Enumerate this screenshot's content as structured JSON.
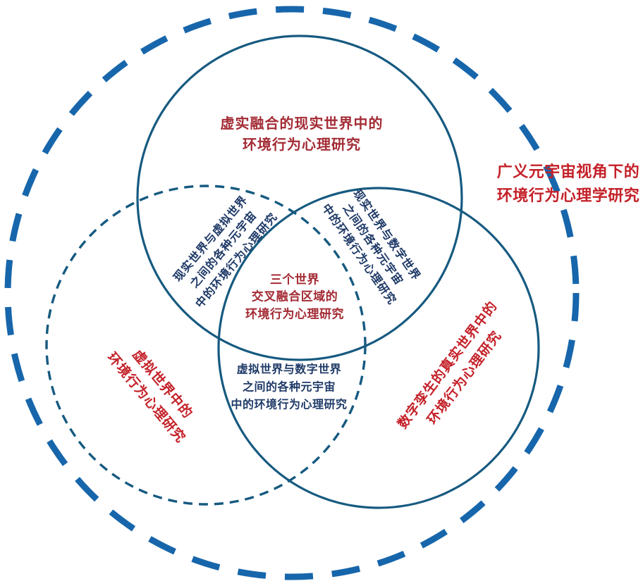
{
  "colors": {
    "background": "#ffffff",
    "outer_dash_blue": "#1766ab",
    "circle_stroke_blue": "#165a80",
    "navy_text": "#1f3a68",
    "dark_red_text": "#a32b34",
    "bright_red_text": "#c42129"
  },
  "labels": {
    "outside_right": {
      "lines": [
        "广义元宇宙视角下的",
        "环境行为心理学研究"
      ]
    },
    "top_circle": {
      "lines": [
        "虚实融合的现实世界中的",
        "环境行为心理研究"
      ]
    },
    "left_circle": {
      "lines": [
        "虚拟世界中的",
        "环境行为心理研究"
      ]
    },
    "right_circle": {
      "lines": [
        "数字孪生的真实世界中的",
        "环境行为心理研究"
      ]
    },
    "overlap_top_left": {
      "lines": [
        "现实世界与虚拟世界",
        "之间的各种元宇宙",
        "中的环境行为心理研究"
      ]
    },
    "overlap_top_right": {
      "lines": [
        "现实世界与数字世界",
        "之间的各种元宇宙",
        "中的环境行为心理研究"
      ]
    },
    "overlap_bottom": {
      "lines": [
        "虚拟世界与数字世界",
        "之间的各种元宇宙",
        "中的环境行为心理研究"
      ]
    },
    "overlap_center": {
      "lines": [
        "三个世界",
        "交叉融合区域的",
        "环境行为心理研究"
      ]
    }
  }
}
